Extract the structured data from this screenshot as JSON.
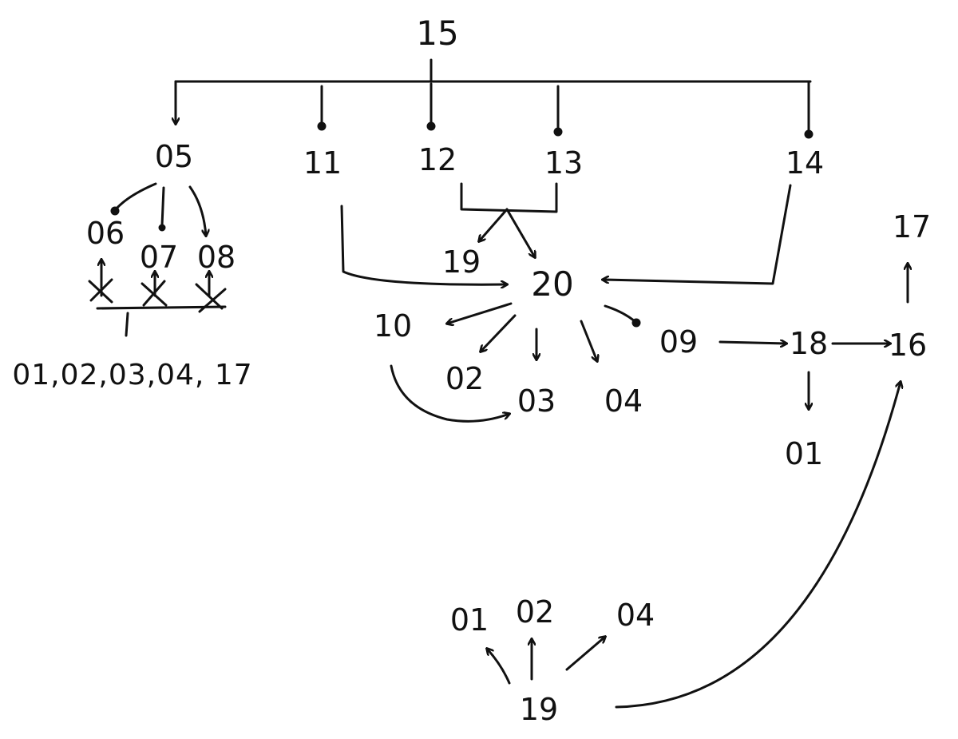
{
  "diagram": {
    "ink_color": "#111111",
    "background": "#ffffff",
    "nodes": {
      "n15": "15",
      "n05": "05",
      "n11": "11",
      "n12": "12",
      "n13": "13",
      "n14": "14",
      "n06": "06",
      "n07": "07",
      "n08": "08",
      "merged_list": "01,02,03,04, 17",
      "n19_top": "19",
      "n20": "20",
      "n10": "10",
      "n02": "02",
      "n03": "03",
      "n04": "04",
      "n09": "09",
      "n18": "18",
      "n16": "16",
      "n17": "17",
      "n01": "01",
      "n01_bottom": "01",
      "n02_bottom": "02",
      "n04_bottom": "04",
      "n19_bottom": "19"
    }
  }
}
